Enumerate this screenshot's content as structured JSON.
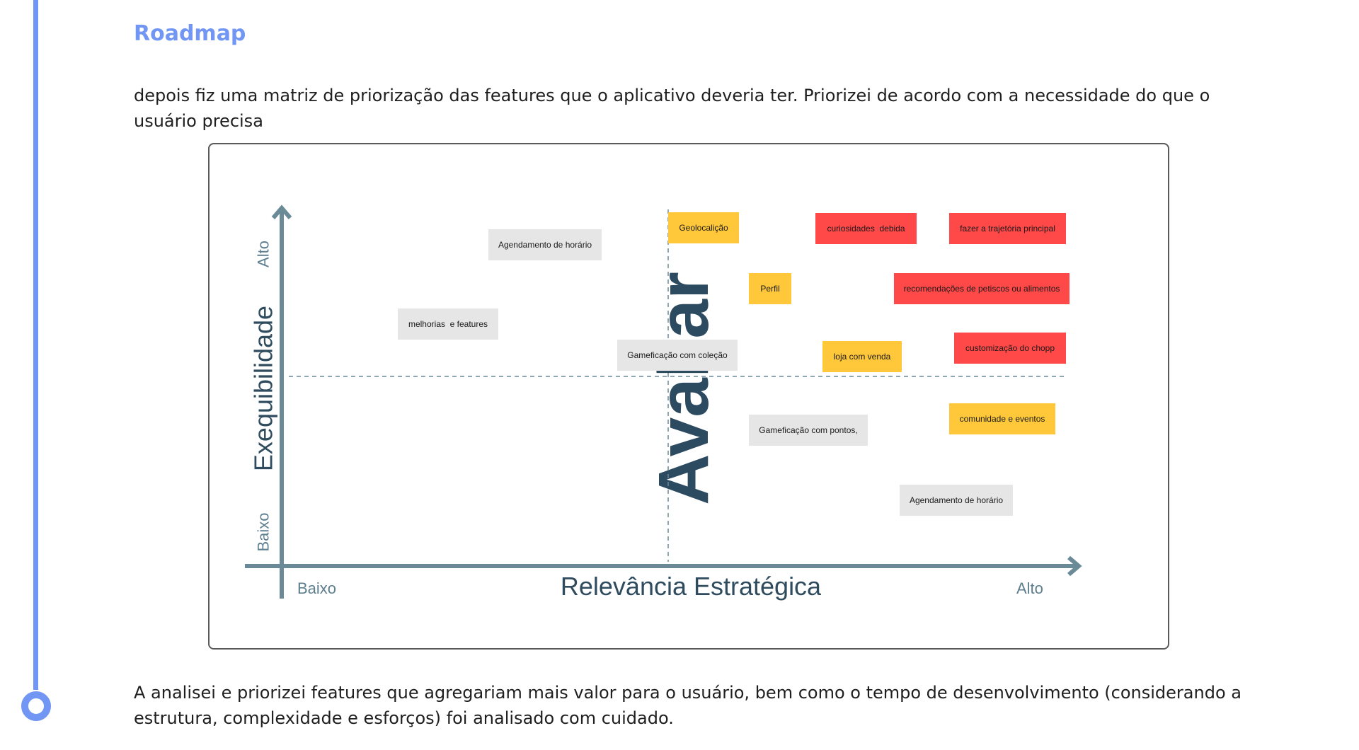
{
  "section": {
    "title": "Roadmap",
    "intro": "depois fiz uma matriz de priorização das features que o aplicativo deveria ter. Priorizei de acordo com a necessidade do que o usuário precisa",
    "outro": "A analisei e priorizei features que agregariam mais valor para o usuário, bem como o tempo de desenvolvimento (considerando a estrutura, complexidade e esforços) foi analisado com cuidado."
  },
  "matrix": {
    "y_axis_title": "Exequibilidade",
    "y_high": "Alto",
    "y_low": "Baixo",
    "x_axis_title": "Relevância Estratégica",
    "x_low": "Baixo",
    "x_high": "Alto",
    "watermark": "Avaliar",
    "colors": {
      "axis": "#6a8a98",
      "gray": "#e6e6e6",
      "yellow": "#ffc83a",
      "red": "#ff4848"
    },
    "stickies": [
      {
        "label": "Agendamento de horário",
        "color": "gray"
      },
      {
        "label": "melhorias  e features",
        "color": "gray"
      },
      {
        "label": "Gameficação com coleção",
        "color": "gray"
      },
      {
        "label": "Geolocalição",
        "color": "yellow"
      },
      {
        "label": "Perfil",
        "color": "yellow"
      },
      {
        "label": "curiosidades  debida",
        "color": "red"
      },
      {
        "label": "fazer a trajetória principal",
        "color": "red"
      },
      {
        "label": "recomendações de petiscos ou alimentos",
        "color": "red"
      },
      {
        "label": "loja com venda",
        "color": "yellow"
      },
      {
        "label": "customização do chopp",
        "color": "red"
      },
      {
        "label": "Gameficação com pontos,",
        "color": "gray"
      },
      {
        "label": "comunidade e eventos",
        "color": "yellow"
      },
      {
        "label": "Agendamento de horário",
        "color": "gray"
      }
    ]
  }
}
